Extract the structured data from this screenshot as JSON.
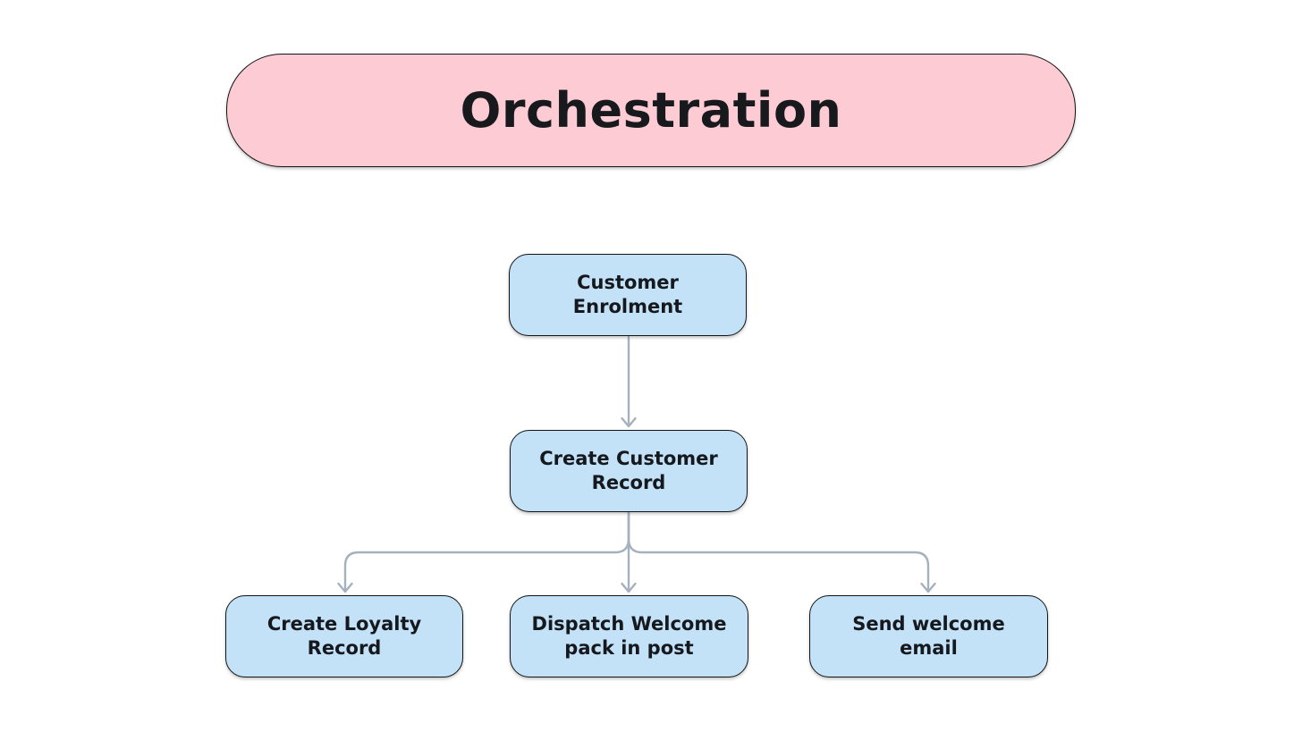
{
  "diagram": {
    "title": "Orchestration",
    "type": "flowchart",
    "nodes": [
      {
        "id": "customer-enrolment",
        "label": "Customer Enrolment"
      },
      {
        "id": "create-customer-record",
        "label": "Create Customer Record"
      },
      {
        "id": "create-loyalty-record",
        "label": "Create Loyalty Record"
      },
      {
        "id": "dispatch-welcome-pack",
        "label": "Dispatch Welcome pack in post"
      },
      {
        "id": "send-welcome-email",
        "label": "Send welcome email"
      }
    ],
    "edges": [
      {
        "from": "customer-enrolment",
        "to": "create-customer-record"
      },
      {
        "from": "create-customer-record",
        "to": "create-loyalty-record"
      },
      {
        "from": "create-customer-record",
        "to": "dispatch-welcome-pack"
      },
      {
        "from": "create-customer-record",
        "to": "send-welcome-email"
      }
    ],
    "colors": {
      "title_fill": "#fccbd3",
      "node_fill": "#c3e2f8",
      "shape_border": "#141414",
      "connector": "#a6b1bd",
      "text": "#15181c",
      "background": "#ffffff"
    }
  }
}
